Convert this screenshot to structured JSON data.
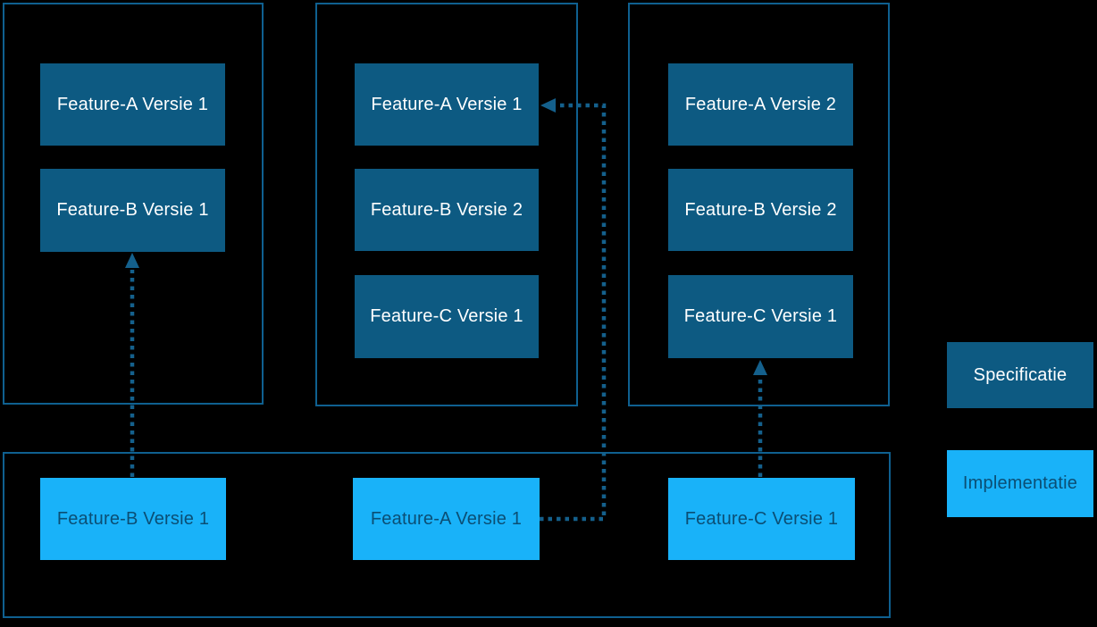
{
  "containers": {
    "set1": {
      "boxes": [
        "Feature-A Versie 1",
        "Feature-B Versie 1"
      ]
    },
    "set2": {
      "boxes": [
        "Feature-A Versie 1",
        "Feature-B Versie 2",
        "Feature-C Versie 1"
      ]
    },
    "set3": {
      "boxes": [
        "Feature-A Versie 2",
        "Feature-B Versie 2",
        "Feature-C Versie 1"
      ]
    },
    "implementation": {
      "boxes": [
        "Feature-B Versie 1",
        "Feature-A Versie 1",
        "Feature-C Versie 1"
      ]
    }
  },
  "legend": {
    "specification": "Specificatie",
    "implementation": "Implementatie"
  },
  "connectors": [
    {
      "from": "Feature-B Versie 1 (implementatie)",
      "to": "Feature-B Versie 1 (specificatie set 1)",
      "style": "dotted-arrow"
    },
    {
      "from": "Feature-A Versie 1 (implementatie)",
      "to": "Feature-A Versie 1 (specificatie set 2)",
      "style": "dotted-arrow"
    },
    {
      "from": "Feature-C Versie 1 (implementatie)",
      "to": "Feature-C Versie 1 (specificatie set 3)",
      "style": "dotted-arrow"
    }
  ],
  "colors": {
    "background": "#000000",
    "specification_box": "#0d5a82",
    "implementation_box": "#19b2f9",
    "container_border": "#0f6090",
    "arrow": "#14608c",
    "specification_text": "#ffffff",
    "implementation_text": "#0b4e74"
  }
}
